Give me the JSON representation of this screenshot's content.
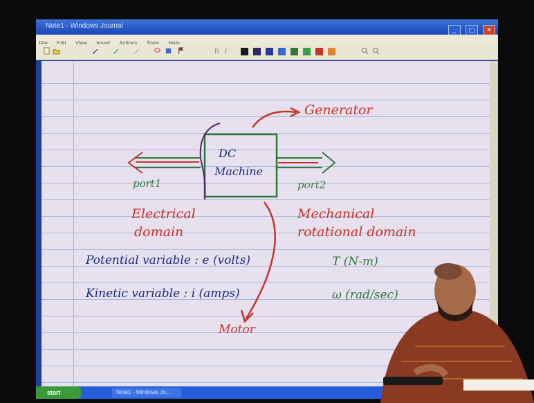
{
  "window": {
    "title": "Note1 - Windows Journal",
    "buttons": [
      "_",
      "□",
      "✕"
    ]
  },
  "menu": [
    "File",
    "Edit",
    "View",
    "Insert",
    "Actions",
    "Tools",
    "Help"
  ],
  "toolbar": {
    "colors": [
      "#1a1a1a",
      "#2a2a6a",
      "#283a9a",
      "#3a6ac8",
      "#2e7a3c",
      "#3aa04a",
      "#c8312a",
      "#e0842a"
    ]
  },
  "note": {
    "generator": "Generator",
    "dc": "DC",
    "machine": "Machine",
    "port1": "port1",
    "port2": "port2",
    "electrical_domain_1": "Electrical",
    "electrical_domain_2": "domain",
    "mechanical_domain_1": "Mechanical",
    "mechanical_domain_2": "rotational domain",
    "potential_label": "Potential variable : e (volts)",
    "kinetic_label": "Kinetic variable : i (amps)",
    "torque": "T (N-m)",
    "omega": "ω (rad/sec)",
    "motor": "Motor"
  },
  "taskbar": {
    "start": "start",
    "item": "Note1 - Windows Jo..."
  }
}
